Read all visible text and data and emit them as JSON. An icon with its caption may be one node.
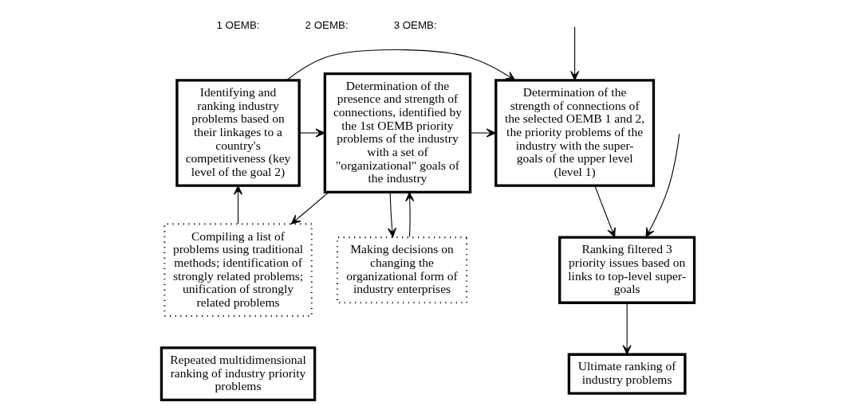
{
  "diagram": {
    "nodes": [
      {
        "text": [
          "Identifying and ranking industry problems based on their linkages to a country's competitiveness (key level of the goal 2)"
        ]
      },
      {
        "text": [
          "Determination of the presence and strength of connections, identified by the 1st OEMB priority problems of the industry with a set of \"organizational\" goals of the industry"
        ]
      },
      {
        "text": [
          "Determination of the strength of connections of the selected OEMB 1 and 2, the priority problems of the industry with the super-goals of the upper level (level 1)"
        ]
      },
      {
        "text": [
          "Compiling a list of problems using traditional methods; identification of strongly related problems; unification of strongly related problems"
        ]
      },
      {
        "text": [
          "Making decisions on changing the organizational form of industry enterprises"
        ]
      },
      {
        "text": [
          "Ranking filtered 3 priority issues based on links to top-level super-goals"
        ]
      },
      {
        "text": [
          "Repeated multidimensional ranking of industry priority problems"
        ]
      },
      {
        "text": [
          "Ultimate ranking of industry problems"
        ]
      }
    ],
    "edges": [
      {
        "from": 0,
        "to": 2,
        "arrow": "to"
      },
      {
        "from": 0,
        "to": 1,
        "arrow": "to"
      },
      {
        "from": 1,
        "to": 2,
        "arrow": "to"
      },
      {
        "from": 3,
        "to": 0,
        "arrow": "to"
      },
      {
        "from": 1,
        "to": 3,
        "arrow": "to"
      },
      {
        "from": 1,
        "to": 4,
        "arrow": "to"
      },
      {
        "from": 4,
        "to": 1,
        "arrow": "to"
      },
      {
        "from": 2,
        "to": 5,
        "arrow": "to"
      },
      {
        "from": null,
        "to": 2,
        "arrow": "to"
      },
      {
        "from": null,
        "to": 5,
        "arrow": "to"
      },
      {
        "from": 5,
        "to": 7,
        "arrow": "to"
      }
    ],
    "labels": [
      "1 OEMB:",
      "2 OEMB:",
      "3 OEMB:"
    ]
  }
}
